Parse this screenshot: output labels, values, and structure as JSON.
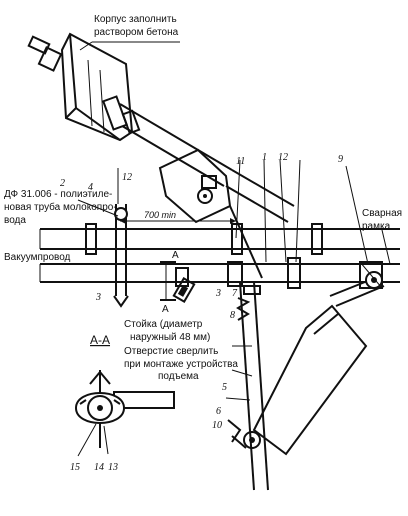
{
  "labels": {
    "housing_line1": "Корпус заполнить",
    "housing_line2": "раствором бетона",
    "pipe_line1": "ДФ 31.006 - полиэтиле-",
    "pipe_line2": "новая труба молокопро-",
    "pipe_line3": "вода",
    "vacuum": "Вакуумпровод",
    "frame_line1": "Сварная",
    "frame_line2": "рамка",
    "post_line1": "Стойка (диаметр",
    "post_line2": "наружный 48 мм)",
    "hole_line1": "Отверстие сверлить",
    "hole_line2": "при монтаже устройства",
    "hole_line3": "подъема",
    "section_title": "А-А",
    "section_mark_1": "А",
    "section_mark_2": "А",
    "dimension": "700 min"
  },
  "numbers": {
    "n2": "2",
    "n4": "4",
    "n11": "11",
    "n12a": "12",
    "n12b": "12",
    "n1": "1",
    "n9": "9",
    "n3a": "3",
    "n3b": "3",
    "n7": "7",
    "n8": "8",
    "n5": "5",
    "n6": "6",
    "n10": "10",
    "n15": "15",
    "n14": "14",
    "n13": "13"
  }
}
